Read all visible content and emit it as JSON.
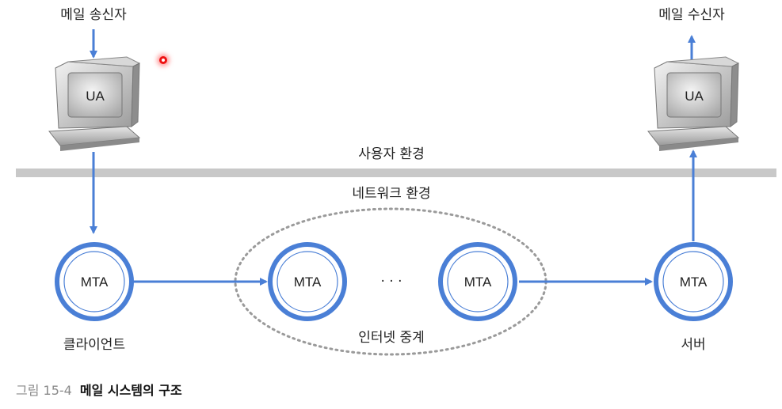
{
  "figure": {
    "sender_label": "메일 송신자",
    "receiver_label": "메일 수신자",
    "user_env_label": "사용자 환경",
    "network_env_label": "네트워크 환경",
    "client_label": "클라이언트",
    "relay_label": "인터넷 중계",
    "server_label": "서버",
    "ua_label": "UA",
    "mta_label": "MTA",
    "ellipsis": "· · ·"
  },
  "caption": {
    "number": "그림 15-4",
    "title": "메일 시스템의 구조"
  },
  "colors": {
    "accent_blue": "#4a7fd6",
    "divider_gray": "#c8c8c8",
    "text": "#222222",
    "caption_gray": "#8a8a8a"
  },
  "icons": [
    "monitor-icon",
    "cursor-indicator"
  ]
}
